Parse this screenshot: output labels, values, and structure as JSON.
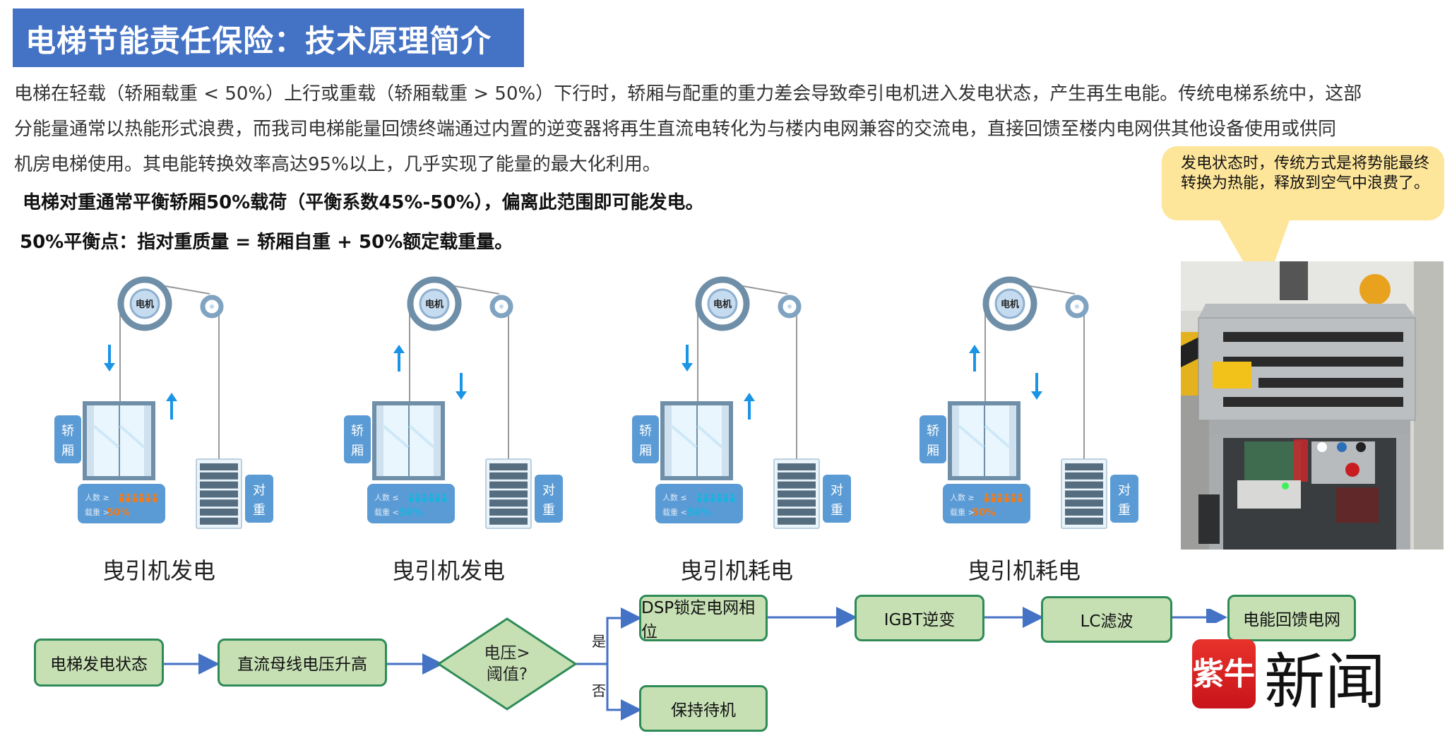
{
  "header": {
    "title": "电梯节能责任保险：技术原理简介"
  },
  "intro": {
    "lines": [
      "电梯在轻载（轿厢载重 < 50%）上行或重载（轿厢载重 > 50%）下行时，轿厢与配重的重力差会导致牵引电机进入发电状态，产生再生电能。传统电梯系统中，这部",
      "分能量通常以热能形式浪费，而我司电梯能量回馈终端通过内置的逆变器将再生直流电转化为与楼内电网兼容的交流电，直接回馈至楼内电网供其他设备使用或供同",
      "机房电梯使用。其电能转换效率高达95%以上，几乎实现了能量的最大化利用。"
    ],
    "bold_1": "电梯对重通常平衡轿厢50%载荷（平衡系数45%-50%），偏离此范围即可能发电。",
    "bold_2": "50%平衡点：指对重质量 = 轿厢自重 + 50%额定载重量。"
  },
  "callout": {
    "text": "发电状态时，传统方式是将势能最终转换为热能，释放到空气中浪费了。"
  },
  "photo": {
    "alt": "energy-feedback-unit-photo"
  },
  "panels": [
    {
      "motor": "电机",
      "car_label": "轿厢",
      "cw_label": "对重",
      "people_label": "人数",
      "people_op": "≥",
      "load_label": "载重",
      "load_op": ">",
      "load_value": "50%",
      "state": "heavy",
      "car_dir": "down",
      "cw_dir": "up",
      "caption": "曳引机发电"
    },
    {
      "motor": "电机",
      "car_label": "轿厢",
      "cw_label": "对重",
      "people_label": "人数",
      "people_op": "≤",
      "load_label": "载重",
      "load_op": "<",
      "load_value": "50%",
      "state": "light",
      "car_dir": "up",
      "cw_dir": "down",
      "caption": "曳引机发电"
    },
    {
      "motor": "电机",
      "car_label": "轿厢",
      "cw_label": "对重",
      "people_label": "人数",
      "people_op": "≤",
      "load_label": "载重",
      "load_op": "<",
      "load_value": "50%",
      "state": "light",
      "car_dir": "down",
      "cw_dir": "up",
      "caption": "曳引机耗电"
    },
    {
      "motor": "电机",
      "car_label": "轿厢",
      "cw_label": "对重",
      "people_label": "人数",
      "people_op": "≥",
      "load_label": "载重",
      "load_op": ">",
      "load_value": "50%",
      "state": "heavy",
      "car_dir": "up",
      "cw_dir": "down",
      "caption": "曳引机耗电"
    }
  ],
  "colors": {
    "heavy": "#f07b1a",
    "light": "#1ab3e0",
    "arrow": "#1a95e6",
    "label_bg": "#5b9bd5"
  },
  "flow": {
    "start": "电梯发电状态",
    "step2": "直流母线电压升高",
    "decision": [
      "电压>",
      "阈值?"
    ],
    "yes": "是",
    "no": "否",
    "yes_steps": [
      "DSP锁定电网相位",
      "IGBT逆变",
      "LC滤波",
      "电能回馈电网"
    ],
    "no_step": "保持待机"
  },
  "logo": {
    "mark": "紫牛",
    "text": "新闻"
  }
}
